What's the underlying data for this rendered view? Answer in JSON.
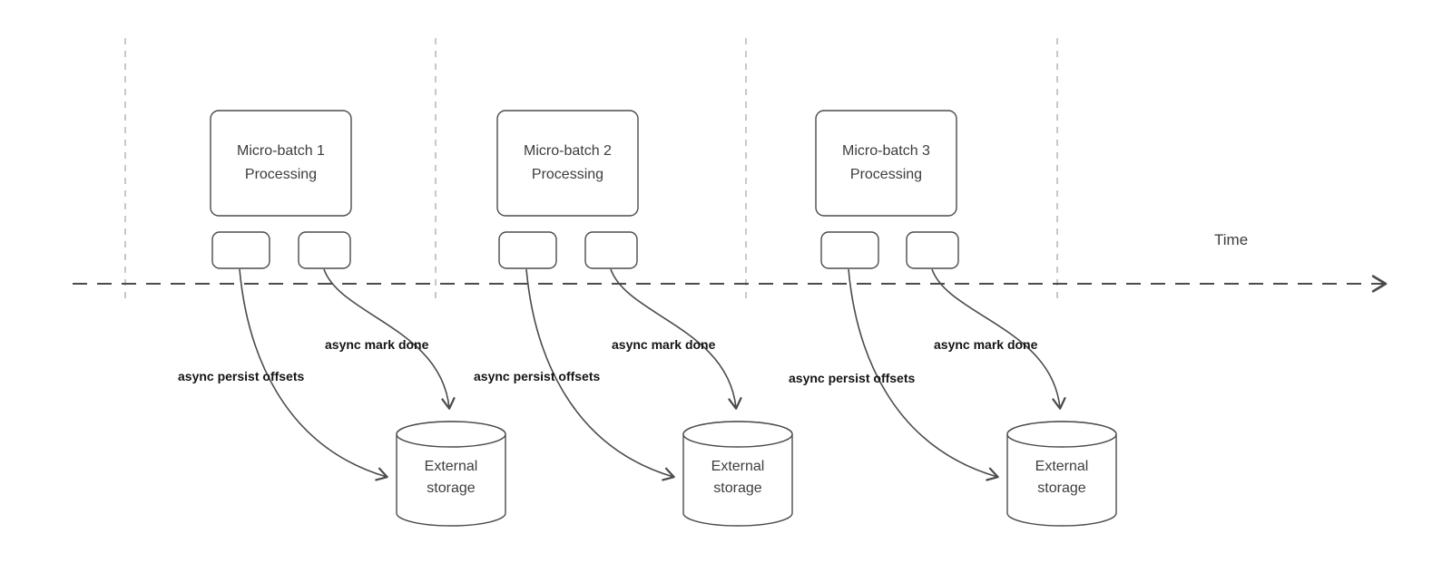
{
  "diagram": {
    "timeline": {
      "label": "Time"
    },
    "groups": [
      {
        "processing_label": "Micro-batch 1\nProcessing",
        "persist_label": "async persist offsets",
        "mark_done_label": "async mark done",
        "storage_label": "External\nstorage"
      },
      {
        "processing_label": "Micro-batch 2\nProcessing",
        "persist_label": "async persist offsets",
        "mark_done_label": "async mark done",
        "storage_label": "External\nstorage"
      },
      {
        "processing_label": "Micro-batch 3\nProcessing",
        "persist_label": "async persist offsets",
        "mark_done_label": "async mark done",
        "storage_label": "External\nstorage"
      }
    ],
    "colors": {
      "shape_stroke": "#4b4b4b",
      "boundary_line": "#b5b5b5",
      "text": "#3d3d3d",
      "edge_label_text": "#141414",
      "background": "#ffffff"
    }
  }
}
